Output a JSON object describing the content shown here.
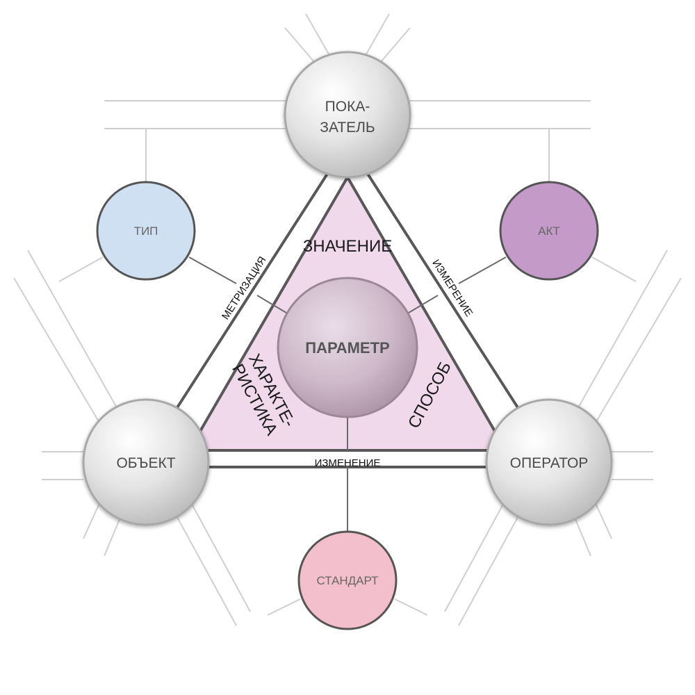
{
  "nodes": {
    "top": {
      "line1": "ПОКА-",
      "line2": "ЗАТЕЛЬ"
    },
    "left": "ОБЪЕКТ",
    "right": "ОПЕРАТОР",
    "center": "ПАРАМЕТР"
  },
  "satellites": {
    "type": {
      "label": "ТИП",
      "color": "#cfe0f3"
    },
    "act": {
      "label": "АКТ",
      "color": "#c39ac8"
    },
    "standard": {
      "label": "СТАНДАРТ",
      "color": "#f4bfcc"
    }
  },
  "sectors": {
    "value": "ЗНАЧЕНИЕ",
    "characteristic": {
      "line1": "ХАРАКТЕ-",
      "line2": "РИСТИКА"
    },
    "method": "СПОСОБ"
  },
  "edges": {
    "left": "МЕТРИЗАЦИЯ",
    "right": "ИЗМЕРЕНИЕ",
    "bottom": "ИЗМЕНЕНИЕ"
  },
  "colors": {
    "triangle_fill": "#efd9ea",
    "band_stroke": "#555555",
    "line_color": "#c8c8c8"
  }
}
